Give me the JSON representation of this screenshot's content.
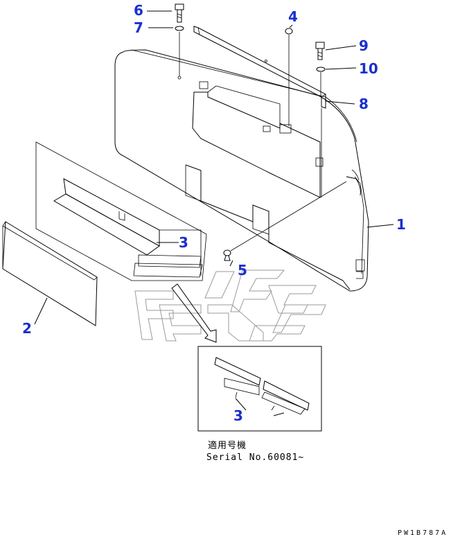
{
  "callouts": {
    "c1": "1",
    "c2": "2",
    "c3a": "3",
    "c3b": "3",
    "c4": "4",
    "c5": "5",
    "c6": "6",
    "c7": "7",
    "c8": "8",
    "c9": "9",
    "c10": "10"
  },
  "note": {
    "line1": "適用号機",
    "line2": "Serial No.60081~"
  },
  "drawing_code": "PW1B787A",
  "colors": {
    "callout": "#1a2fcf",
    "line": "#000000",
    "watermark": "#9a9a9a"
  }
}
